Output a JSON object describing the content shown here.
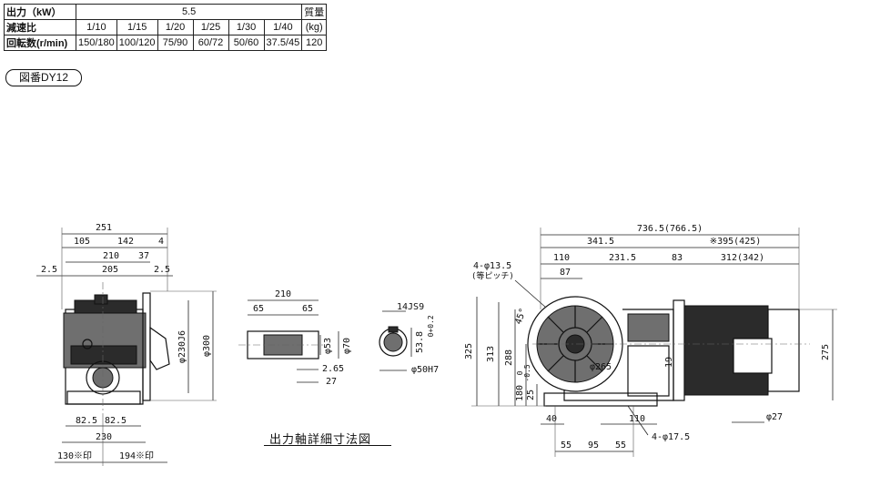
{
  "spec_table": {
    "output_label": "出力（kW）",
    "output_value": "5.5",
    "mass_label": "質量",
    "ratio_label": "減速比",
    "ratios": [
      "1/10",
      "1/15",
      "1/20",
      "1/25",
      "1/30",
      "1/40"
    ],
    "mass_unit": "(kg)",
    "speed_label": "回転数(r/min)",
    "speeds": [
      "150/180",
      "100/120",
      "75/90",
      "60/72",
      "50/60",
      "37.5/45"
    ],
    "mass_value": "120"
  },
  "figure_badge": "図番DY12",
  "caption": "出力軸詳細寸法図",
  "front_view": {
    "d_251": "251",
    "d_105": "105",
    "d_142": "142",
    "d_4": "4",
    "d_210": "210",
    "d_37": "37",
    "d_2_5_left": "2.5",
    "d_205": "205",
    "d_2_5_right": "2.5",
    "d_230j6": "φ230J6",
    "d_300": "φ300",
    "d_82_5_a": "82.5",
    "d_82_5_b": "82.5",
    "d_230": "230",
    "d_130": "130※印",
    "d_194": "194※印"
  },
  "shaft_detail": {
    "d_210": "210",
    "d_65_a": "65",
    "d_65_b": "65",
    "d_53": "φ53",
    "d_70": "φ70",
    "d_2_65": "2.65",
    "d_27": "27",
    "d_14js9": "14JS9",
    "d_53_8": "53.8",
    "tol_upper": "+0.2",
    "tol_lower": "0",
    "d_50h7": "φ50H7"
  },
  "side_view": {
    "d_736": "736.5(766.5)",
    "d_341": "341.5",
    "d_395": "※395(425)",
    "d_110_top": "110",
    "d_231": "231.5",
    "d_83": "83",
    "d_312": "312(342)",
    "d_87": "87",
    "hole_top": "4-φ13.5",
    "hole_pitch": "(等ピッチ)",
    "angle": "45°",
    "d_325": "325",
    "d_313": "313",
    "d_288": "288",
    "d_180": "180",
    "tol_180_upper": "0",
    "tol_180_lower": "-0.5",
    "d_265": "φ265",
    "d_19": "19",
    "d_25": "25",
    "d_275": "275",
    "d_40": "40",
    "d_110_bottom": "110",
    "hole_bottom": "4-φ17.5",
    "d_27": "φ27",
    "d_55_a": "55",
    "d_95": "95",
    "d_55_b": "55"
  }
}
